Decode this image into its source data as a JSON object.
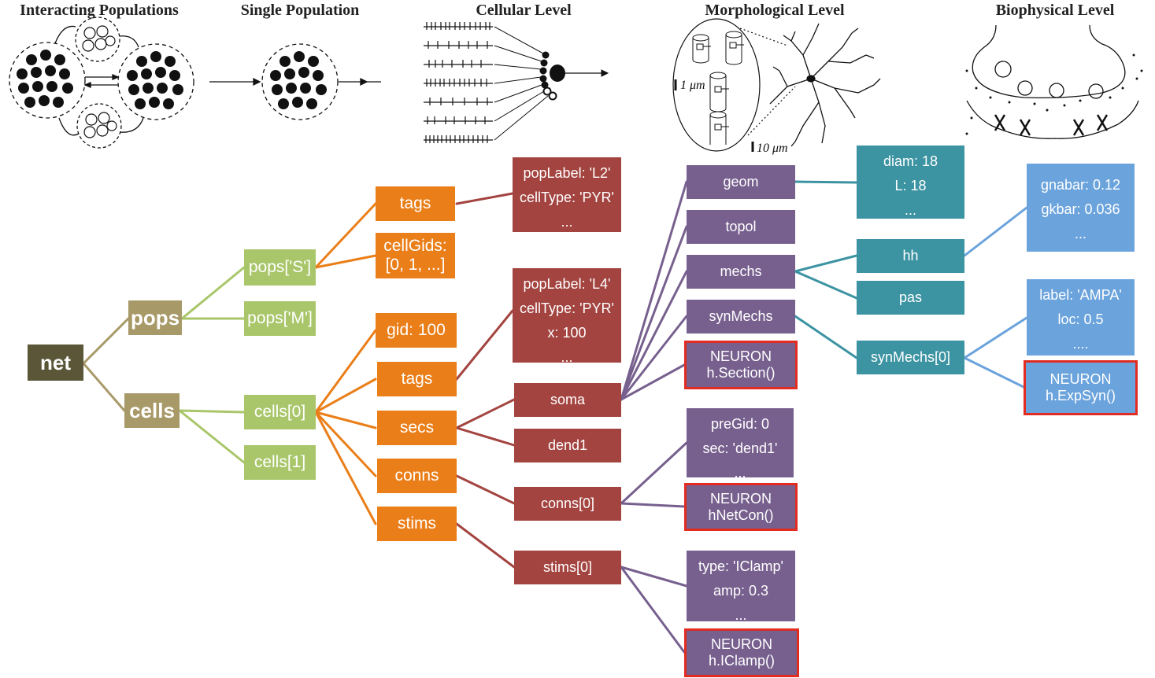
{
  "headers": {
    "interacting": "Interacting Populations",
    "single": "Single Population",
    "cellular": "Cellular Level",
    "morphological": "Morphological Level",
    "biophysical": "Biophysical Level"
  },
  "scale_labels": {
    "one_um": "1 μm",
    "ten_um": "10 μm"
  },
  "tree": {
    "net": "net",
    "pops": "pops",
    "cells": "cells",
    "pops_s": "pops['S']",
    "pops_m": "pops['M']",
    "cells_0": "cells[0]",
    "cells_1": "cells[1]",
    "tags": "tags",
    "cellgids": [
      "cellGids:",
      "[0, 1, ...]"
    ],
    "gid": "gid: 100",
    "cell_tags": "tags",
    "secs": "secs",
    "conns": "conns",
    "stims": "stims",
    "pop_tags": [
      "popLabel: 'L2'",
      "cellType: 'PYR'",
      "..."
    ],
    "cell_tags_vals": [
      "popLabel: 'L4'",
      "cellType: 'PYR'",
      "x: 100",
      "..."
    ],
    "soma": "soma",
    "dend1": "dend1",
    "conns0": "conns[0]",
    "stims0": "stims[0]",
    "geom": "geom",
    "topol": "topol",
    "mechs": "mechs",
    "synmechs": "synMechs",
    "neuron_section": [
      "NEURON",
      "h.Section()"
    ],
    "conn_vals": [
      "preGid: 0",
      "sec: 'dend1'",
      "..."
    ],
    "neuron_netcon": [
      "NEURON",
      "hNetCon()"
    ],
    "stim_vals": [
      "type: 'IClamp'",
      "amp: 0.3",
      "..."
    ],
    "neuron_iclamp": [
      "NEURON",
      "h.IClamp()"
    ],
    "geom_vals": [
      "diam: 18",
      "L: 18",
      "..."
    ],
    "hh": "hh",
    "pas": "pas",
    "synmechs0": "synMechs[0]",
    "hh_vals": [
      "gnabar: 0.12",
      "gkbar: 0.036",
      "..."
    ],
    "syn_vals": [
      "label: 'AMPA'",
      "loc: 0.5",
      "...."
    ],
    "neuron_expsyn": [
      "NEURON",
      "h.ExpSyn()"
    ]
  },
  "colors": {
    "net": "#5a5637",
    "level1": "#a89968",
    "level2": "#a9c66a",
    "level3": "#ea7e18",
    "level4": "#a34440",
    "level5": "#77608e",
    "level6": "#3c93a2",
    "level7": "#6ba3dc",
    "neuron_border": "#e22c21"
  }
}
